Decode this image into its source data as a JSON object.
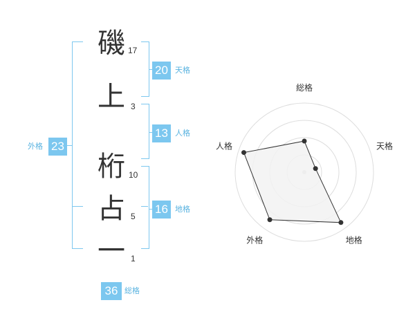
{
  "name": {
    "chars": [
      {
        "char": "磯",
        "strokes": "17"
      },
      {
        "char": "上",
        "strokes": "3"
      },
      {
        "char": "桁",
        "strokes": "10"
      },
      {
        "char": "占",
        "strokes": "5"
      },
      {
        "char": "一",
        "strokes": "1"
      }
    ]
  },
  "kaku": {
    "tenkaku": {
      "label": "天格",
      "value": "20"
    },
    "jinkaku": {
      "label": "人格",
      "value": "13"
    },
    "chikaku": {
      "label": "地格",
      "value": "16"
    },
    "gaikaku": {
      "label": "外格",
      "value": "23"
    },
    "soukaku": {
      "label": "総格",
      "value": "36"
    }
  },
  "chart_data": {
    "type": "radar",
    "axes": [
      "総格",
      "天格",
      "地格",
      "外格",
      "人格"
    ],
    "values": [
      0.45,
      0.17,
      0.9,
      0.85,
      0.92
    ],
    "range": [
      0,
      1
    ],
    "rings": 4,
    "colors": {
      "fill": "#f2f2f2",
      "line": "#333333",
      "rings": "#dddddd"
    }
  }
}
